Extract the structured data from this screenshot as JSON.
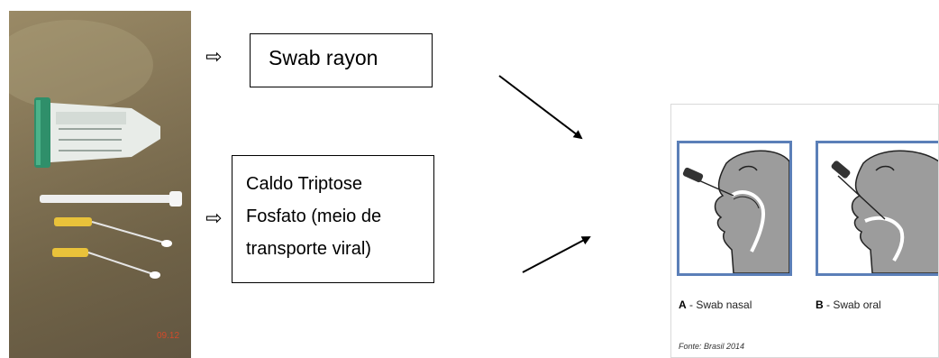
{
  "diagram": {
    "swab_label": "Swab rayon",
    "medium_label_lines": [
      "Caldo Triptose",
      "Fosfato (meio de",
      "transporte viral)"
    ],
    "arrow_glyph": "⇨",
    "photo_stamp": "09.12"
  },
  "figure": {
    "caption_a_letter": "A",
    "caption_a_text": " - Swab nasal",
    "caption_b_letter": "B",
    "caption_b_text": " - Swab oral",
    "source": "Fonte: Brasil 2014",
    "frame_color": "#5b7fb8",
    "head_color": "#9c9c9c"
  }
}
